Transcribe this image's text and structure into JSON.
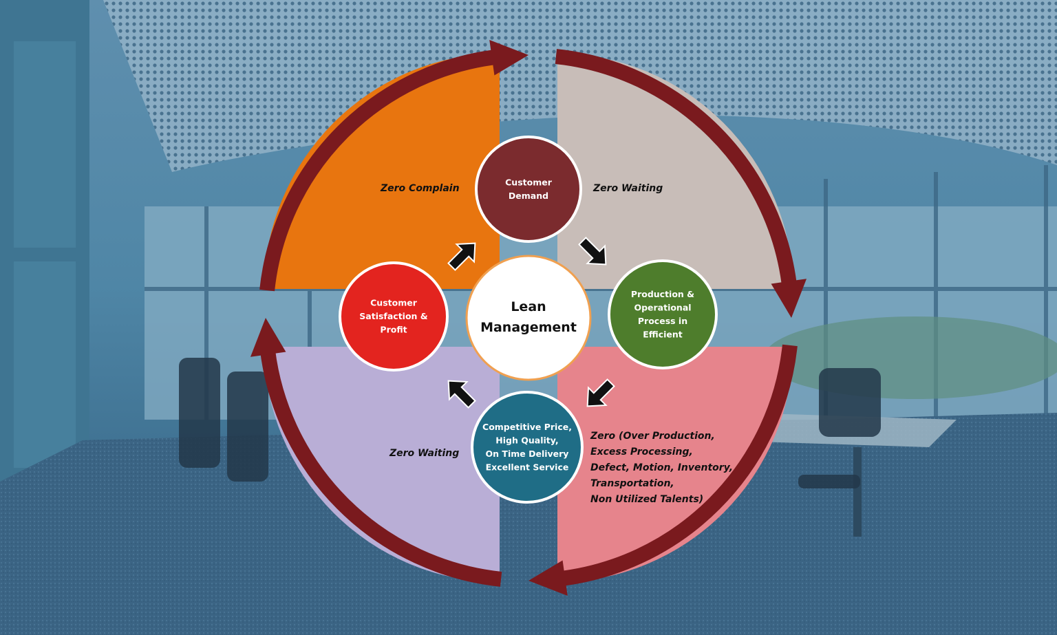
{
  "center": {
    "lines": [
      "Lean",
      "Management"
    ]
  },
  "nodes": {
    "top": {
      "lines": [
        "Customer",
        "Demand"
      ],
      "color": "#7b2b2e"
    },
    "right": {
      "lines": [
        "Production &",
        "Operational",
        "Process in",
        "Efficient"
      ],
      "color": "#4e7d2c"
    },
    "bottom": {
      "lines": [
        "Competitive Price,",
        "High Quality,",
        "On Time Delivery",
        "Excellent Service"
      ],
      "color": "#1f6d86"
    },
    "left": {
      "lines": [
        "Customer",
        "Satisfaction &",
        "Profit"
      ],
      "color": "#e3241f"
    }
  },
  "quadrants": {
    "top_left": {
      "lines": [
        "Zero  Complain"
      ],
      "color": "#e8750f"
    },
    "top_right": {
      "lines": [
        "Zero Waiting"
      ],
      "color": "#c8bdb8"
    },
    "bottom_right": {
      "lines": [
        "Zero (Over Production,",
        "Excess Processing,",
        "Defect, Motion, Inventory,",
        "Transportation,",
        "Non Utilized Talents)"
      ],
      "color": "#e6848c"
    },
    "bottom_left": {
      "lines": [
        "Zero Waiting"
      ],
      "color": "#b9aed6"
    }
  },
  "colors": {
    "ring": "#7a1a1e",
    "arrow": "#111111",
    "center_ring": "#f0a050"
  }
}
